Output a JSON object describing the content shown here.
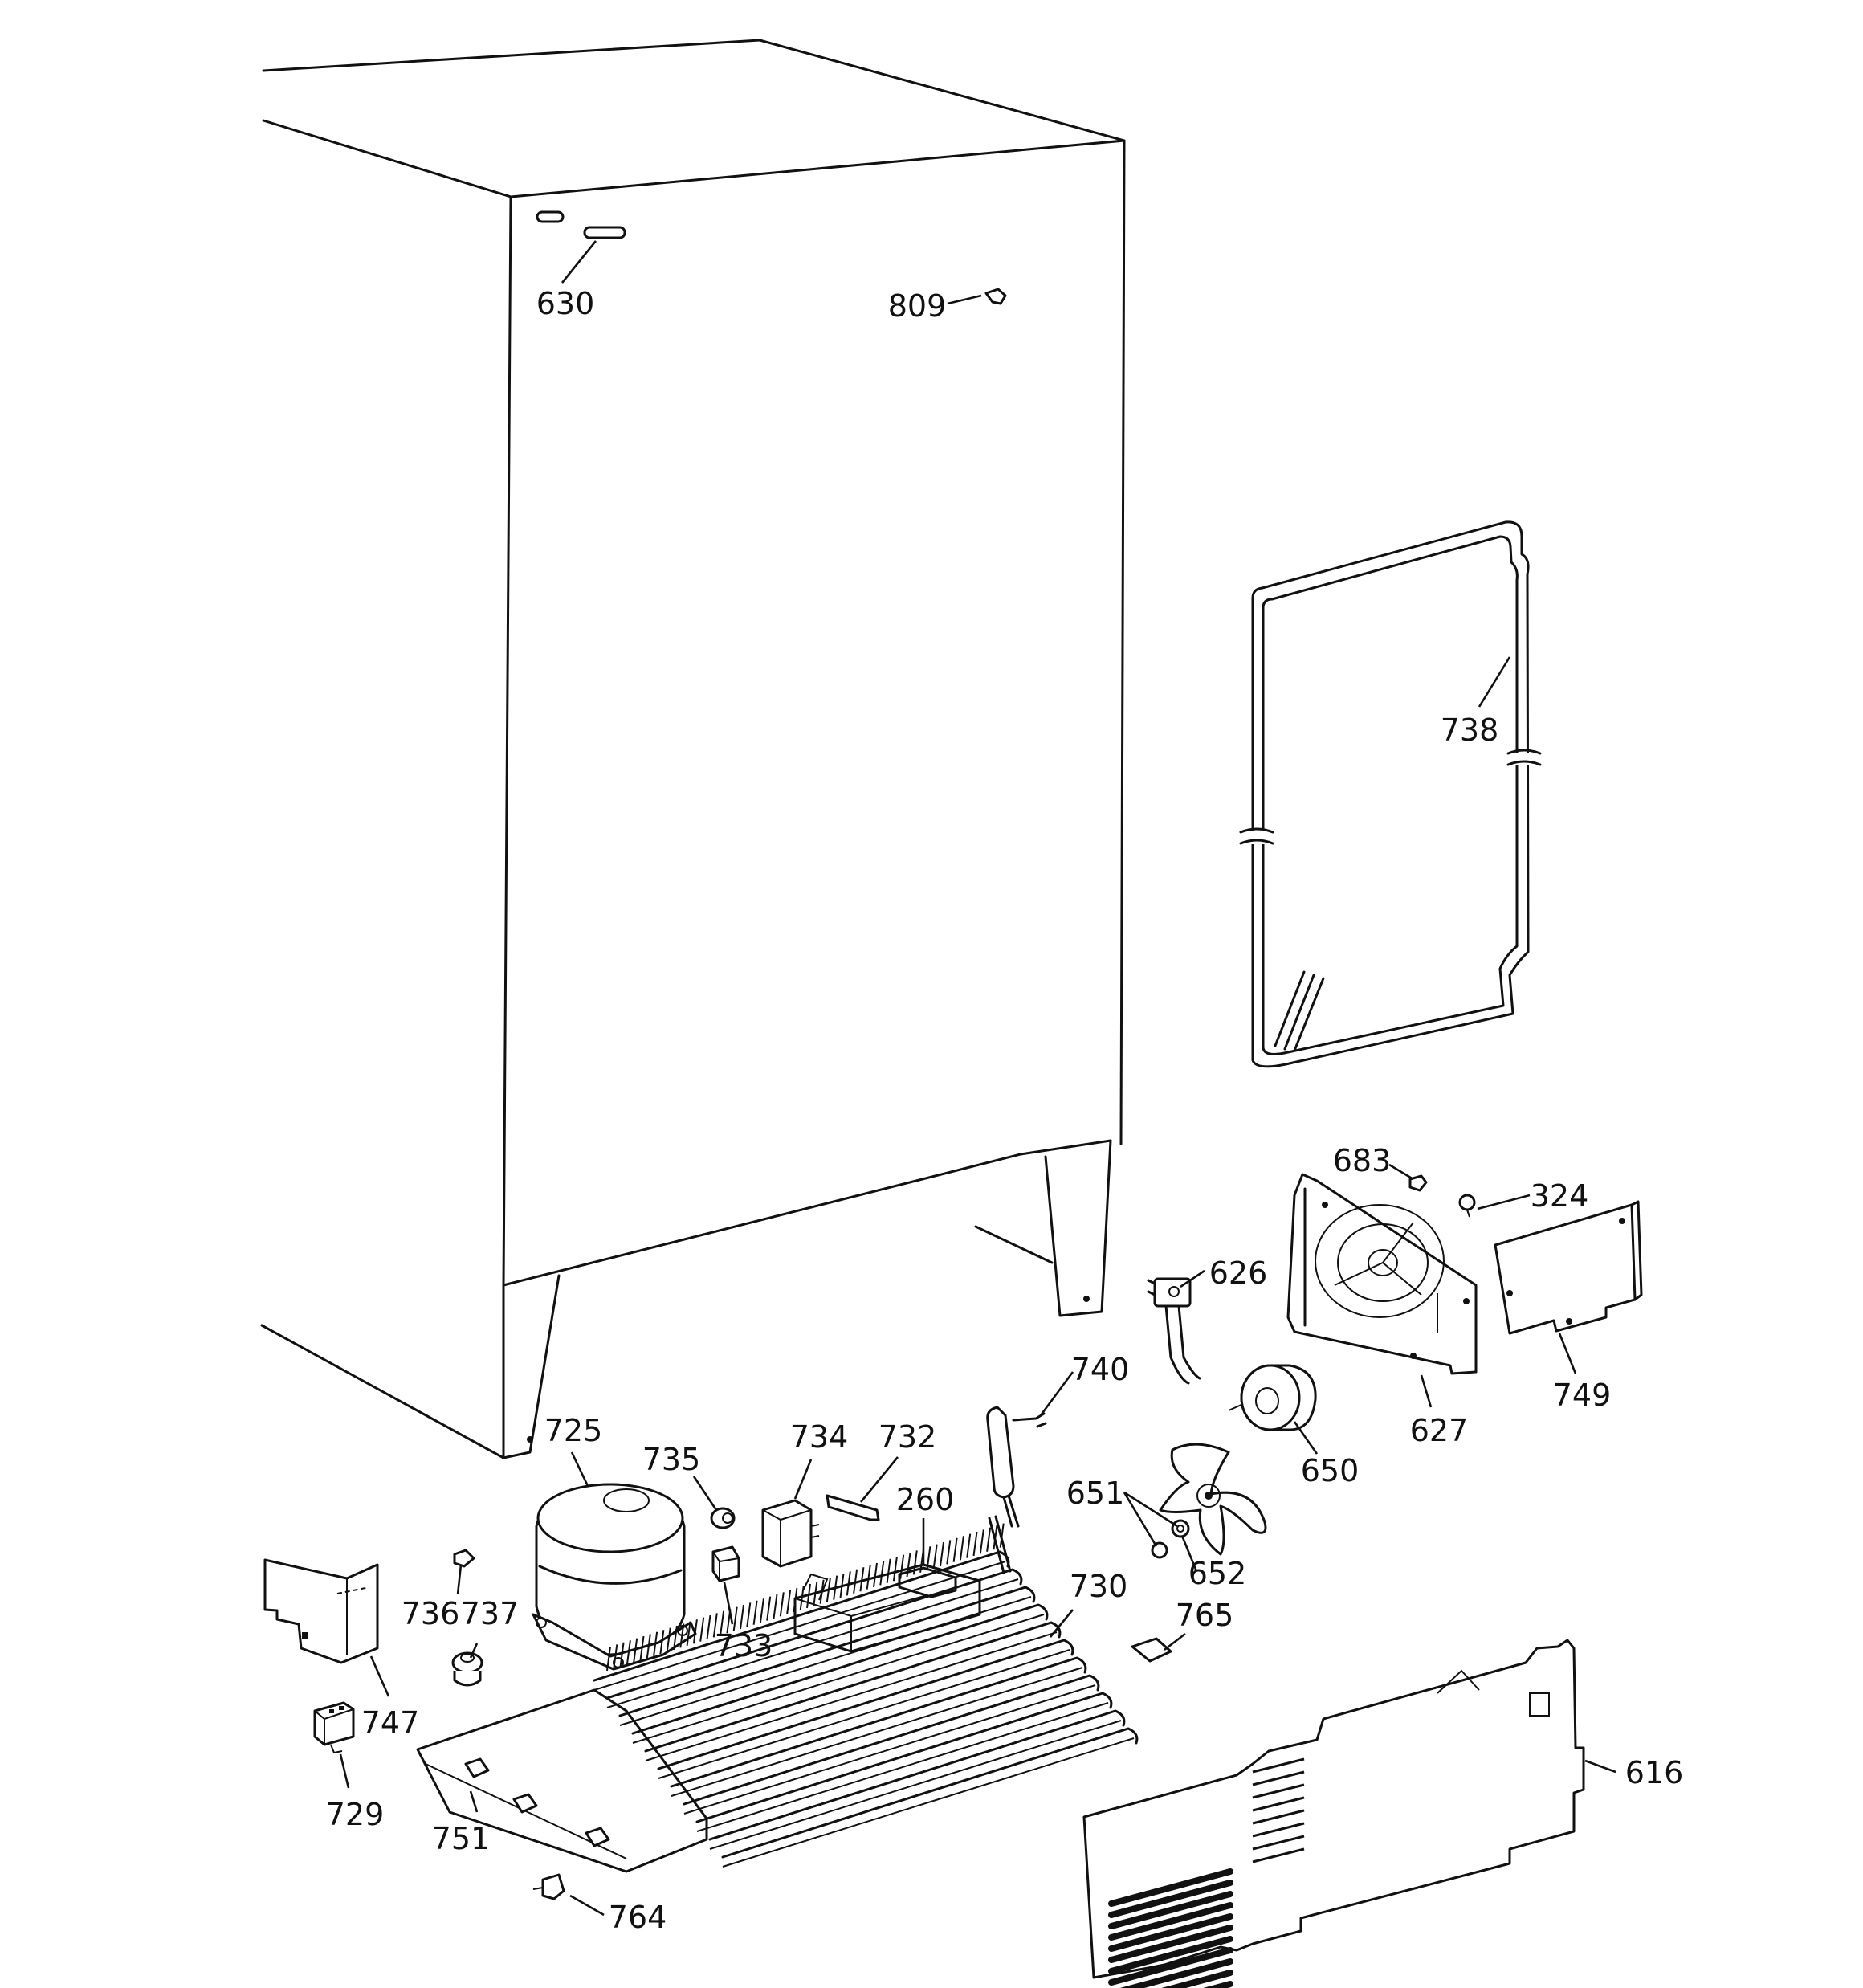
{
  "diagram": {
    "part_numbers": [
      "630",
      "809",
      "738",
      "683",
      "324",
      "626",
      "749",
      "627",
      "740",
      "650",
      "725",
      "735",
      "734",
      "732",
      "260",
      "651",
      "652",
      "736",
      "737",
      "733",
      "730",
      "765",
      "747",
      "729",
      "751",
      "616",
      "764"
    ]
  }
}
